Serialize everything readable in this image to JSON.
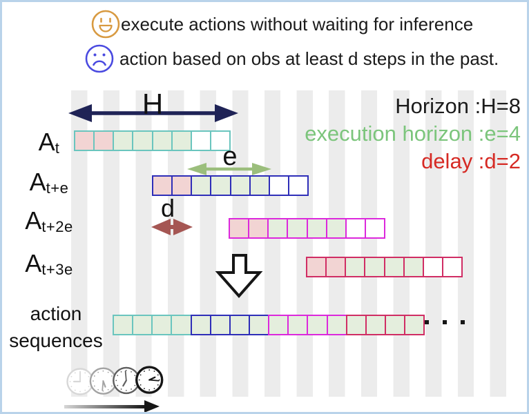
{
  "legend": {
    "happy": {
      "icon": "happy-face-icon",
      "color": "#d89a41",
      "text": "execute actions without waiting for inference"
    },
    "sad": {
      "icon": "sad-face-icon",
      "color": "#4a4ae0",
      "text": "action based on obs at least d steps in the past."
    }
  },
  "params": [
    {
      "id": "horizon",
      "text": "Horizon :H=8",
      "color": "#1c1c1c"
    },
    {
      "id": "execution-horizon",
      "text": "execution horizon :e=4",
      "color": "#7cc57c"
    },
    {
      "id": "delay",
      "text": "delay :d=2",
      "color": "#d62a24"
    }
  ],
  "annotations": {
    "H": {
      "label": "H",
      "arrow_color": "#1f2356"
    },
    "e": {
      "label": "e",
      "arrow_color": "#9bbe7c"
    },
    "d": {
      "label": "d",
      "arrow_color": "#a55653"
    }
  },
  "cell_fills": {
    "pink": "#f2d4d3",
    "green": "#e4eedd",
    "white": "#ffffff"
  },
  "rows": [
    {
      "label_base": "A",
      "label_sub": "t",
      "border_color": "#6ac5be",
      "cells": [
        "pink",
        "pink",
        "green",
        "green",
        "green",
        "green",
        "white",
        "white"
      ]
    },
    {
      "label_base": "A",
      "label_sub": "t+e",
      "border_color": "#2e2eb8",
      "cells": [
        "pink",
        "pink",
        "green",
        "green",
        "green",
        "green",
        "white",
        "white"
      ]
    },
    {
      "label_base": "A",
      "label_sub": "t+2e",
      "border_color": "#dc28dc",
      "cells": [
        "pink",
        "pink",
        "green",
        "green",
        "green",
        "green",
        "white",
        "white"
      ]
    },
    {
      "label_base": "A",
      "label_sub": "t+3e",
      "border_color": "#d02d64",
      "cells": [
        "pink",
        "pink",
        "green",
        "green",
        "green",
        "green",
        "white",
        "white"
      ]
    }
  ],
  "sequence": {
    "label_line1": "action",
    "label_line2": "sequences",
    "fill": "green",
    "segments": [
      {
        "border_color": "#6ac5be",
        "cells": 4
      },
      {
        "border_color": "#2e2eb8",
        "cells": 4
      },
      {
        "border_color": "#dc28dc",
        "cells": 4
      },
      {
        "border_color": "#d02d64",
        "cells": 4
      }
    ],
    "trailing_dots": 3
  },
  "timeline": {
    "clocks": [
      {
        "color": "#d7d7d7",
        "hour_deg": 270,
        "minute_deg": 0
      },
      {
        "color": "#a3a3a3",
        "hour_deg": 160,
        "minute_deg": 185
      },
      {
        "color": "#5f5f5f",
        "hour_deg": 210,
        "minute_deg": 355
      },
      {
        "color": "#161616",
        "hour_deg": 65,
        "minute_deg": 95
      }
    ],
    "arrow_color": "#161616"
  },
  "background": {
    "stripe_color": "#ececec",
    "frame_color": "#b9d3ea"
  }
}
